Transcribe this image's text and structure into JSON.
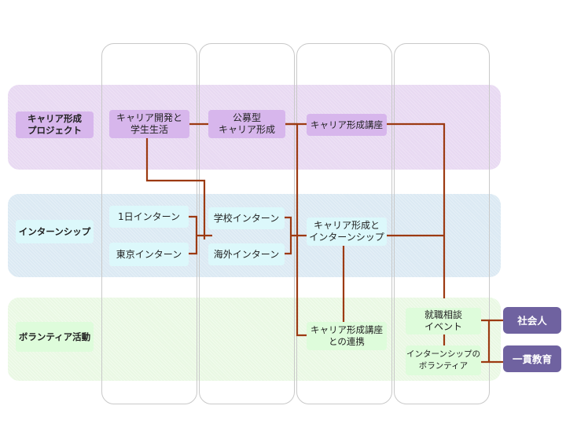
{
  "rows": {
    "career_project": "キャリア形成\nプロジェクト",
    "internship": "インターンシップ",
    "volunteer": "ボランティア活動"
  },
  "nodes": {
    "career_dev_student_life": "キャリア開発と\n学生生活",
    "public_career": "公募型\nキャリア形成",
    "career_course": "キャリア形成講座",
    "one_day_intern": "1日インターン",
    "tokyo_intern": "東京インターン",
    "school_intern": "学校インターン",
    "overseas_intern": "海外インターン",
    "career_and_intern": "キャリア形成と\nインターンシップ",
    "course_collab": "キャリア形成講座\nとの連携",
    "job_consult_event": "就職相談\nイベント",
    "intern_volunteer": "インターンシップの\nボランティア"
  },
  "outcomes": {
    "society": "社会人",
    "integrated_education": "一貫教育"
  },
  "colors": {
    "connector": "#9c3a12",
    "purple_band": "#e8d9f2",
    "blue_band": "#dbe9f3",
    "green_band": "#e9f8e3",
    "outcome_box": "#6f62a0"
  }
}
